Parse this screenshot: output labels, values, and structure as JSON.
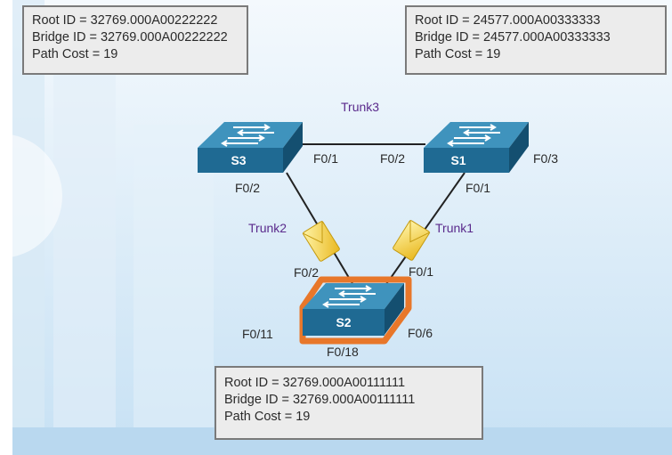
{
  "colors": {
    "background_top": "#f4f9fd",
    "background_bottom": "#c7e1f4",
    "switch_top": "#3f93bd",
    "switch_front": "#1f6a93",
    "switch_side": "#144f70",
    "root_highlight": "#e8772a",
    "trunk_label": "#5a2a8c",
    "envelope": "#f5d23a"
  },
  "switches": [
    {
      "id": "s3",
      "name": "S3",
      "icon": "switch-icon",
      "root": false
    },
    {
      "id": "s1",
      "name": "S1",
      "icon": "switch-icon",
      "root": false
    },
    {
      "id": "s2",
      "name": "S2",
      "icon": "switch-icon",
      "root": true
    }
  ],
  "info_boxes": {
    "s3": {
      "root_id": "Root ID = 32769.000A00222222",
      "bridge_id": "Bridge ID = 32769.000A00222222",
      "path_cost": "Path Cost = 19"
    },
    "s1": {
      "root_id": "Root ID = 24577.000A00333333",
      "bridge_id": "Bridge ID = 24577.000A00333333",
      "path_cost": "Path Cost = 19"
    },
    "s2": {
      "root_id": "Root ID = 32769.000A00111111",
      "bridge_id": "Bridge ID = 32769.000A00111111",
      "path_cost": "Path Cost = 19"
    }
  },
  "trunks": {
    "trunk1": "Trunk1",
    "trunk2": "Trunk2",
    "trunk3": "Trunk3"
  },
  "ports": {
    "s3_f01": "F0/1",
    "s3_f02": "F0/2",
    "s1_f02": "F0/2",
    "s1_f01": "F0/1",
    "s1_f03": "F0/3",
    "s2_f02": "F0/2",
    "s2_f01": "F0/1",
    "s2_f011": "F0/11",
    "s2_f06": "F0/6",
    "s2_f018": "F0/18"
  },
  "bpdu_icons": [
    "bpdu-envelope-icon",
    "bpdu-envelope-icon"
  ]
}
